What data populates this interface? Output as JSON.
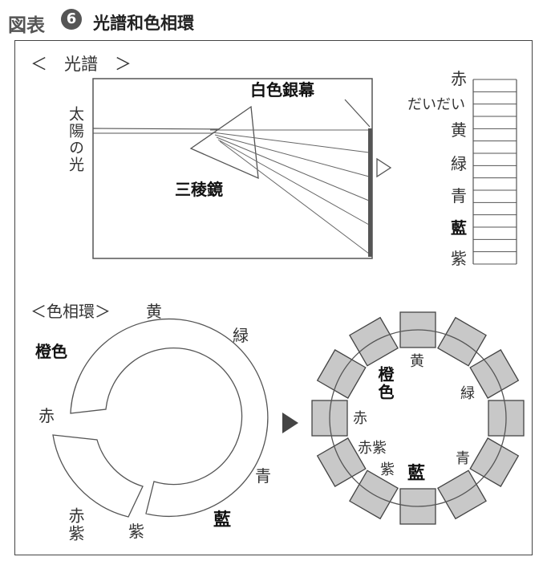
{
  "header": {
    "label": "図表",
    "number": "6",
    "title": "光譜和色相環"
  },
  "spectrum": {
    "heading": "＜　光譜　＞",
    "sun_light": "太陽の光",
    "screen": "白色銀幕",
    "prism": "三稜鏡",
    "bands": [
      "赤",
      "だいだい",
      "黄",
      "緑",
      "青",
      "藍",
      "紫"
    ]
  },
  "wheel": {
    "heading": "＜色相環＞",
    "labels": {
      "yellow": "黄",
      "green": "緑",
      "orange": "橙色",
      "red": "赤",
      "blue": "青",
      "indigo": "藍",
      "purple": "紫",
      "red_purple": "赤紫"
    }
  },
  "ring": {
    "labels": {
      "yellow": "黄",
      "green": "緑",
      "orange": "橙色",
      "red": "赤",
      "blue": "青",
      "indigo": "藍",
      "red_purple": "赤紫",
      "purple": "紫"
    },
    "square_count": 12,
    "square_color": "#c8c8c8"
  },
  "colors": {
    "line": "#555555",
    "screen": "#555555"
  }
}
